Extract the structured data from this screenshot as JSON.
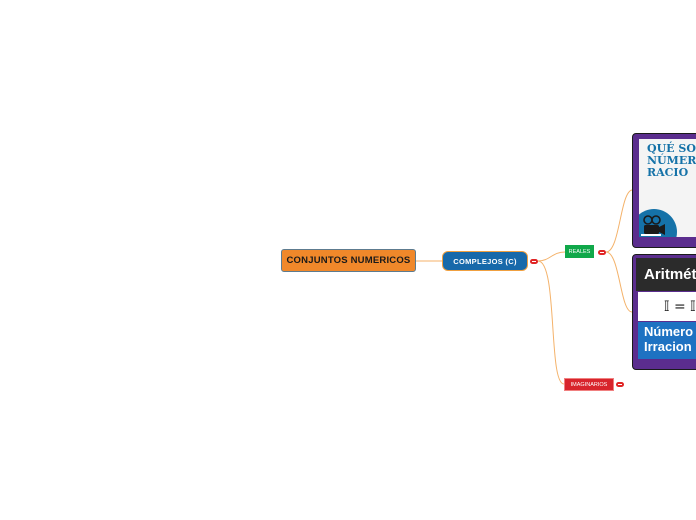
{
  "nodes": {
    "root": "CONJUNTOS NUMERICOS",
    "complejos": "COMPLEJOS (C)",
    "reales": "REALES",
    "imaginarios": "IMAGINARIOS"
  },
  "cards": {
    "racionales": {
      "line1": "QUÉ SO",
      "line2": "NÚMER",
      "line3": "RACIO"
    },
    "irracionales": {
      "header": "Aritmét",
      "formula": "𝕀 = 𝕀",
      "line1": "Número",
      "line2": "Irracion"
    }
  },
  "colors": {
    "root": "#f0882a",
    "complejos": "#1769aa",
    "reales": "#10a84a",
    "imaginarios": "#d8242c",
    "connector": "#f4b26a",
    "card_frame": "#5b2d8e"
  }
}
